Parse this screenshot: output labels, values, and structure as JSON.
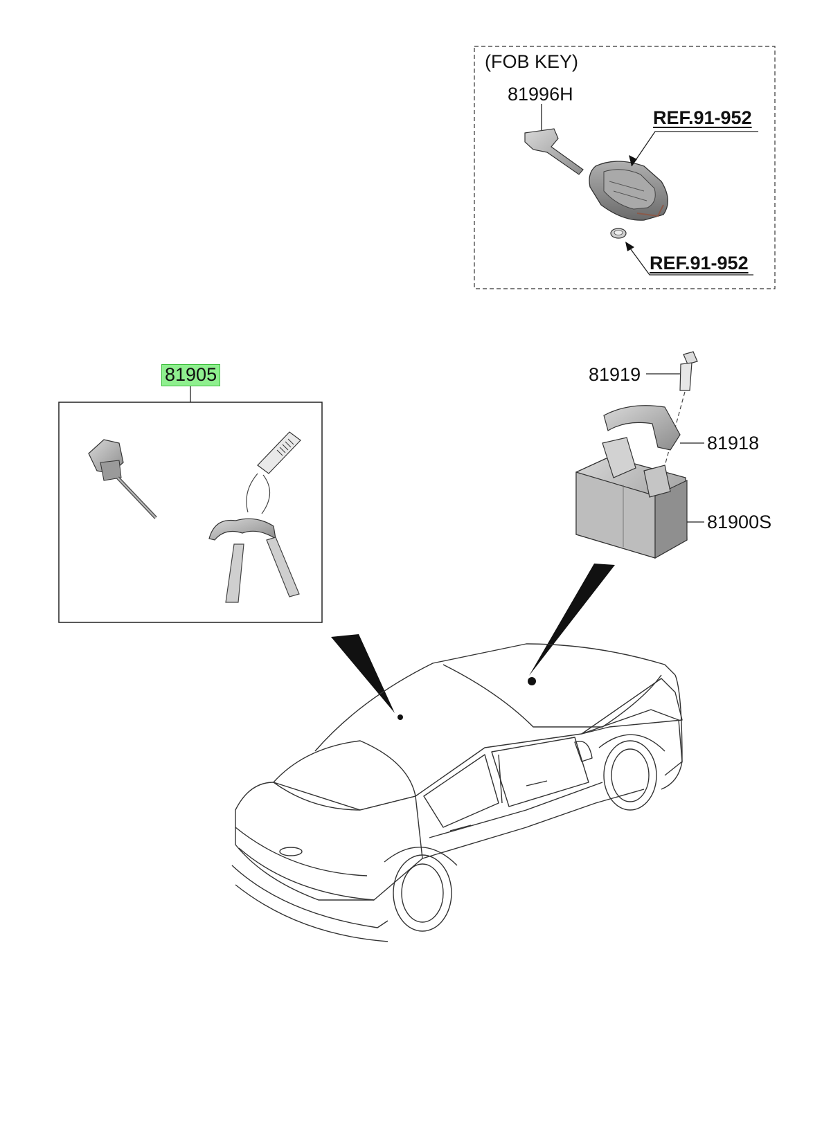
{
  "fob_key_box": {
    "title": "(FOB KEY)",
    "part_key_blade": "81996H",
    "ref_fob": "REF.91-952",
    "ref_battery": "REF.91-952"
  },
  "parts": {
    "key_set": "81905",
    "bolt": "81919",
    "bracket": "81918",
    "ignition_module": "81900S"
  },
  "highlight_color": "#8fef8f"
}
